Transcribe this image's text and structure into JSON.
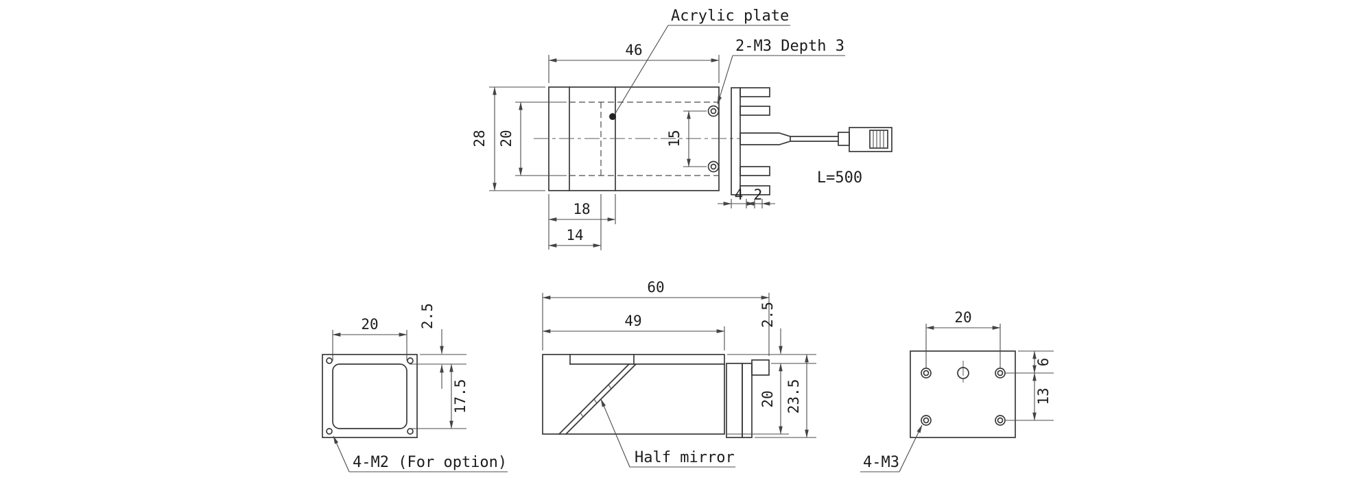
{
  "callouts": {
    "acrylic_plate": "Acrylic plate",
    "thread_top": "2-M3 Depth 3",
    "cable_length": "L=500",
    "option_thread": "4-M2 (For option)",
    "half_mirror": "Half mirror",
    "back_thread": "4-M3"
  },
  "top_view": {
    "width": "46",
    "height": "28",
    "window_height": "20",
    "hole_pitch": "15",
    "slot_width": "4",
    "fin_width": "2",
    "plate_offset": "18",
    "window_offset": "14"
  },
  "front_view": {
    "width": "20",
    "top_margin": "2.5",
    "opening_height": "17.5"
  },
  "side_view": {
    "total_width": "60",
    "body_width": "49",
    "top_margin": "2.5",
    "bracket_height": "20",
    "total_height": "23.5"
  },
  "back_view": {
    "hole_pitch_x": "20",
    "top_offset": "6",
    "hole_pitch_y": "13"
  }
}
